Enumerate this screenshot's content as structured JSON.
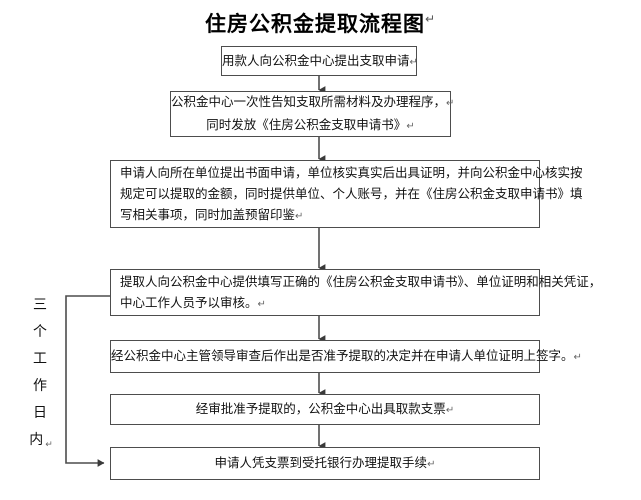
{
  "title": {
    "text": "住房公积金提取流程图",
    "mark": "↵"
  },
  "side_label": {
    "chars": [
      "三",
      "个",
      "工",
      "作",
      "日",
      "内"
    ],
    "mark": "↵",
    "text": "三个工作日内"
  },
  "colors": {
    "box_border": "#4d4d4d",
    "box_fill": "#ffffff",
    "connector": "#4d4d4d",
    "text": "#111111",
    "background": "#ffffff"
  },
  "chart_data": {
    "type": "diagram",
    "title": "住房公积金提取流程图",
    "orientation": "top-to-bottom",
    "nodes": [
      {
        "id": "node-1",
        "shape": "rect",
        "align": "center",
        "lines": [
          "用款人向公积金中心提出支取申请"
        ],
        "marks": [
          "↵"
        ]
      },
      {
        "id": "node-2",
        "shape": "rect",
        "align": "center",
        "lines": [
          "公积金中心一次性告知支取所需材料及办理程序，",
          "同时发放《住房公积金支取申请书》"
        ],
        "marks": [
          "↵",
          "↵"
        ]
      },
      {
        "id": "node-3",
        "shape": "rect",
        "align": "justify",
        "lines": [
          "申请人向所在单位提出书面申请，单位核实真实后出具证明，并向公积金中心核实按",
          "规定可以提取的金额，同时提供单位、个人账号，并在《住房公积金支取申请书》填",
          "写相关事项，同时加盖预留印鉴"
        ],
        "marks": [
          "",
          "",
          "↵"
        ]
      },
      {
        "id": "node-4",
        "shape": "rect",
        "align": "justify",
        "lines": [
          "提取人向公积金中心提供填写正确的《住房公积金支取申请书》、单位证明和相关凭证，",
          "中心工作人员予以审核。"
        ],
        "marks": [
          "",
          "↵"
        ]
      },
      {
        "id": "node-5",
        "shape": "rect",
        "align": "center",
        "lines": [
          "经公积金中心主管领导审查后作出是否准予提取的决定并在申请人单位证明上签字。"
        ],
        "marks": [
          "↵"
        ]
      },
      {
        "id": "node-6",
        "shape": "rect",
        "align": "center",
        "lines": [
          "经审批准予提取的，公积金中心出具取款支票"
        ],
        "marks": [
          "↵"
        ]
      },
      {
        "id": "node-7",
        "shape": "rect",
        "align": "center",
        "lines": [
          "申请人凭支票到受托银行办理提取手续"
        ],
        "marks": [
          "↵"
        ]
      }
    ],
    "edges": [
      {
        "from": "node-1",
        "to": "node-2",
        "type": "arrow-down"
      },
      {
        "from": "node-2",
        "to": "node-3",
        "type": "arrow-down"
      },
      {
        "from": "node-3",
        "to": "node-4",
        "type": "arrow-down"
      },
      {
        "from": "node-4",
        "to": "node-5",
        "type": "arrow-down"
      },
      {
        "from": "node-5",
        "to": "node-6",
        "type": "arrow-down"
      },
      {
        "from": "node-6",
        "to": "node-7",
        "type": "arrow-down"
      },
      {
        "from": "node-4",
        "to": "node-7",
        "type": "bracket-left-arrow-right",
        "label": "三个工作日内"
      }
    ]
  }
}
